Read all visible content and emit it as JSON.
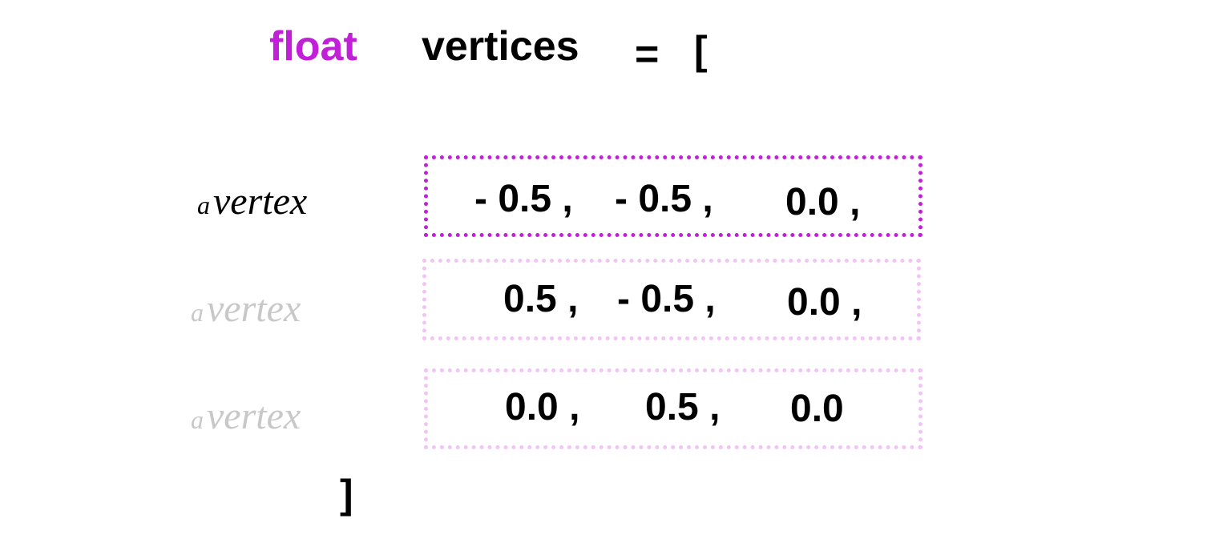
{
  "declaration": {
    "type_keyword": "float",
    "variable_name": "vertices",
    "equals": "=",
    "open_bracket": "[",
    "close_bracket": "]"
  },
  "vertices": [
    {
      "label_article": "a",
      "label_word": "vertex",
      "highlighted": true,
      "values": [
        "- 0.5 ,",
        "- 0.5 ,",
        "0.0 ,"
      ]
    },
    {
      "label_article": "a",
      "label_word": "vertex",
      "highlighted": false,
      "values": [
        "0.5 ,",
        "- 0.5 ,",
        "0.0 ,"
      ]
    },
    {
      "label_article": "a",
      "label_word": "vertex",
      "highlighted": false,
      "values": [
        "0.0 ,",
        "0.5 ,",
        "0.0"
      ]
    }
  ],
  "colors": {
    "keyword": "#c21fd9",
    "text": "#000000",
    "highlight_border": "#c21fd9",
    "dim_border": "#f2c4f6",
    "label_active": "#000000",
    "label_dim": "#c8c8c8"
  }
}
